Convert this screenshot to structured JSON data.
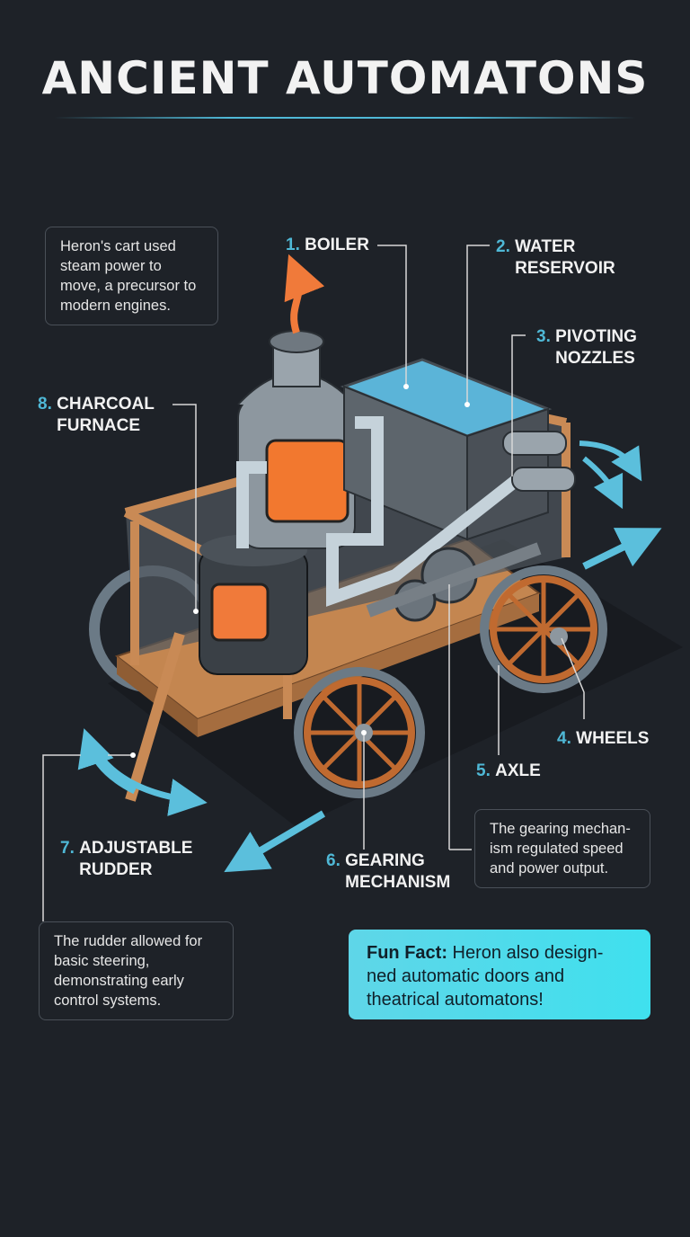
{
  "title": "ANCIENT AUTOMATONS",
  "labels": [
    {
      "num": "1.",
      "text": "BOILER"
    },
    {
      "num": "2.",
      "text": "WATER\nRESERVOIR"
    },
    {
      "num": "3.",
      "text": "PIVOTING\nNOZZLES"
    },
    {
      "num": "4.",
      "text": "WHEELS"
    },
    {
      "num": "5.",
      "text": "AXLE"
    },
    {
      "num": "6.",
      "text": "GEARING\nMECHANISM"
    },
    {
      "num": "7.",
      "text": "ADJUSTABLE\nRUDDER"
    },
    {
      "num": "8.",
      "text": "CHARCOAL\nFURNACE"
    }
  ],
  "notes": {
    "steam": "Heron's cart used\nsteam power to\nmove, a precursor to\nmodern engines.",
    "gearing": "The gearing mechan-\nism regulated speed\nand power output.",
    "rudder": "The rudder allowed for\nbasic steering,\ndemonstrating early\ncontrol systems."
  },
  "fun_fact": {
    "lead": "Fun Fact:",
    "text": " Heron also design-ned automatic doors and theatrical automatons!"
  },
  "colors": {
    "accent": "#4fb8d6",
    "background": "#1e2228",
    "fun_fact_bg": "#4fdde9",
    "flame": "#f07a3a",
    "wood": "#c98a55"
  }
}
